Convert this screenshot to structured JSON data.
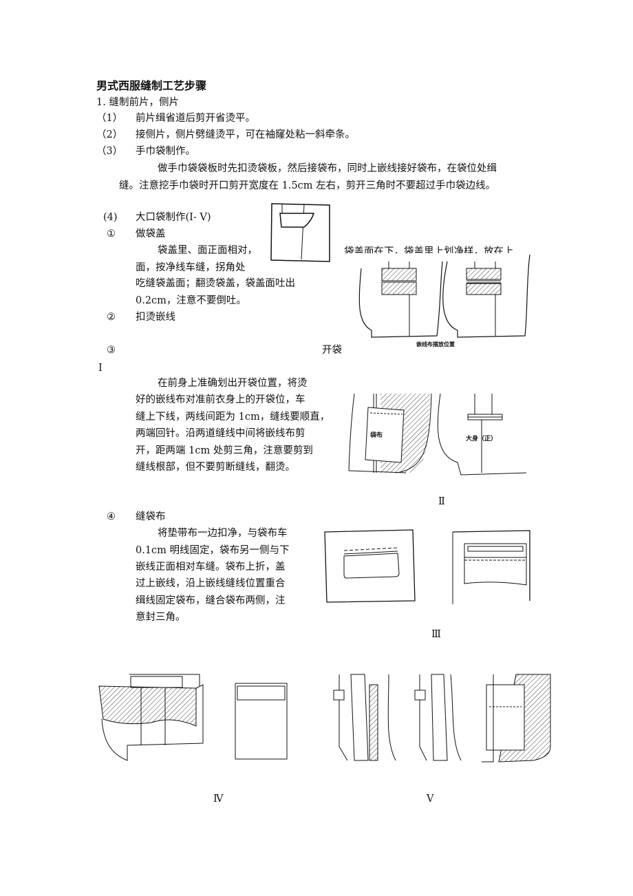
{
  "title": "男式西服缝制工艺步骤",
  "section1": "1. 缝制前片，侧片",
  "items": [
    {
      "num": "（1）",
      "text": "前片缉省道后剪开省烫平。"
    },
    {
      "num": "（2）",
      "text": "接侧片，侧片劈缝烫平，可在袖窿处粘一斜牵条。"
    },
    {
      "num": "（3）",
      "text": "手巾袋制作。"
    }
  ],
  "item3_para": [
    "做手巾袋袋板时先扣烫袋板，然后接袋布，同时上嵌线接好袋布，在袋位处缉",
    "缝。注意挖手巾袋时开口剪开宽度在 1.5cm 左右，剪开三角时不要超过手巾袋边线。"
  ],
  "item4": {
    "num": "(4)",
    "text": "大口袋制作(Ⅰ- Ⅴ)"
  },
  "step1": {
    "num": "①",
    "label": "做袋盖",
    "lines": [
      "袋盖里、面正面相对，",
      "面，按净线车缝，拐角处",
      "吃缝袋盖面；翻烫袋盖，袋盖面吐出",
      "0.2cm，注意不要倒吐。"
    ],
    "overflow_text": "袋盖面在下，袋盖里上划净样，放在上"
  },
  "step2": {
    "num": "②",
    "label": "扣烫嵌线"
  },
  "step3": {
    "num": "③",
    "label": "开袋"
  },
  "fig_caption_qianxian": "嵌线布摆放位置",
  "roman": {
    "I": "Ⅰ",
    "II": "Ⅱ",
    "III": "Ⅲ",
    "IV": "Ⅳ",
    "V": "Ⅴ"
  },
  "step3_para": [
    "在前身上准确划出开袋位置，将烫",
    "好的嵌线布对准前衣身上的开袋位，车",
    "缝上下线，两线间距为 1cm，缝线要顺直，",
    "两端回针。沿两道缝线中间将嵌线布剪",
    "开，距两端 1cm 处剪三角，注意要剪到",
    "缝线根部，但不要剪断缝线，翻烫。"
  ],
  "fig2_labels": {
    "daibu": "袋布",
    "dashen": "大身（正）"
  },
  "step4": {
    "num": "④",
    "label": "缝袋布",
    "lines": [
      "将垫带布一边扣净，与袋布车",
      "0.1cm 明线固定，袋布另一侧与下",
      "嵌线正面相对车缝。袋布上折，盖",
      "过上嵌线，沿上嵌线缝线位置重合",
      "缉线固定袋布，缝合袋布两侧，注",
      "意封三角。"
    ]
  }
}
